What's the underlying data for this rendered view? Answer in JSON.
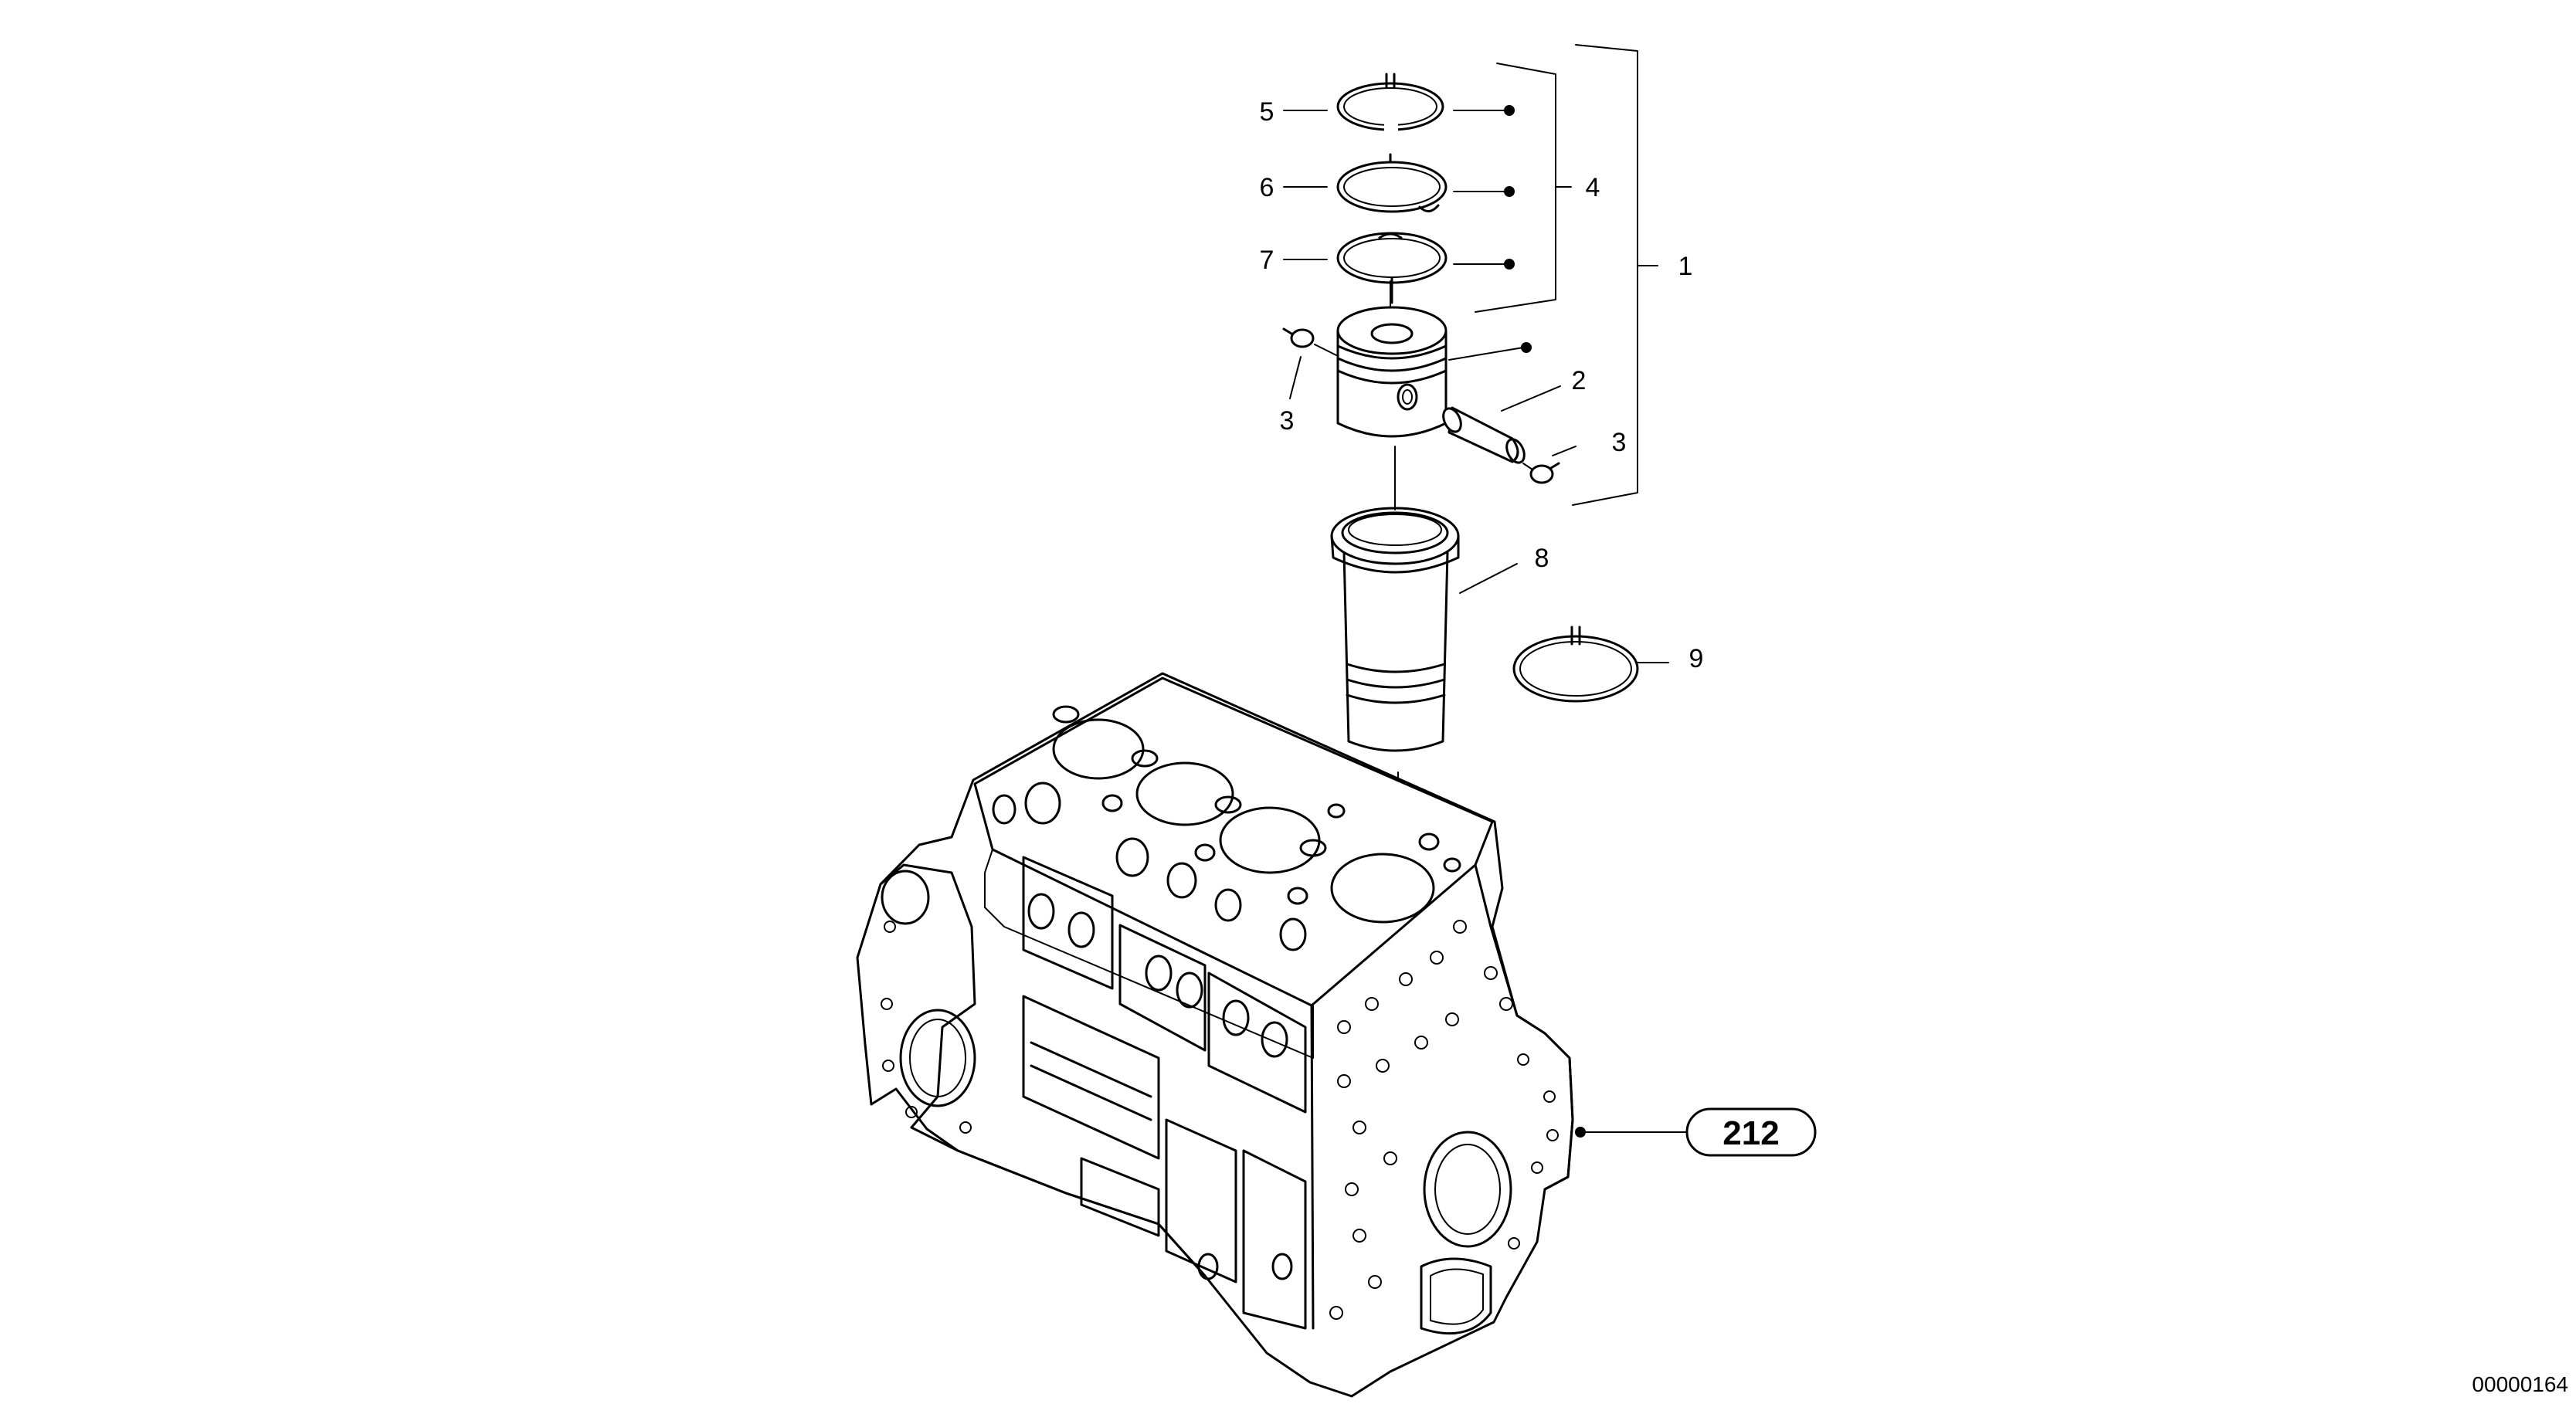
{
  "callouts": {
    "c1": "1",
    "c2": "2",
    "c3a": "3",
    "c3b": "3",
    "c4": "4",
    "c5": "5",
    "c6": "6",
    "c7": "7",
    "c8": "8",
    "c9": "9"
  },
  "reference": {
    "label": "212"
  },
  "document_number": "00000164"
}
